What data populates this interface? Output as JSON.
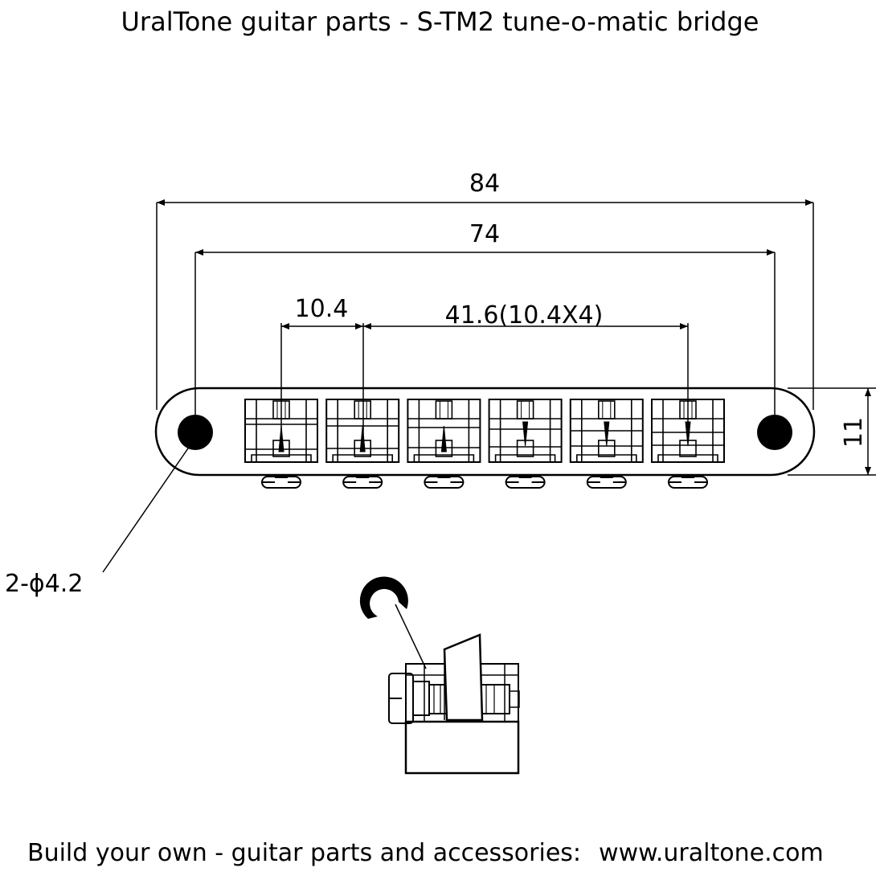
{
  "title": "UralTone guitar parts - S-TM2 tune-o-matic bridge",
  "dimensions": {
    "overall_length": "84",
    "mount_spacing": "74",
    "saddle_spacing": "10.4",
    "saddle_span": "41.6(10.4X4)",
    "height": "11",
    "mount_holes": "2-ϕ4.2"
  },
  "saddle_count": 6,
  "footer": {
    "text": "Build your own  - guitar parts and accessories:",
    "website": "www.uraltone.com"
  }
}
